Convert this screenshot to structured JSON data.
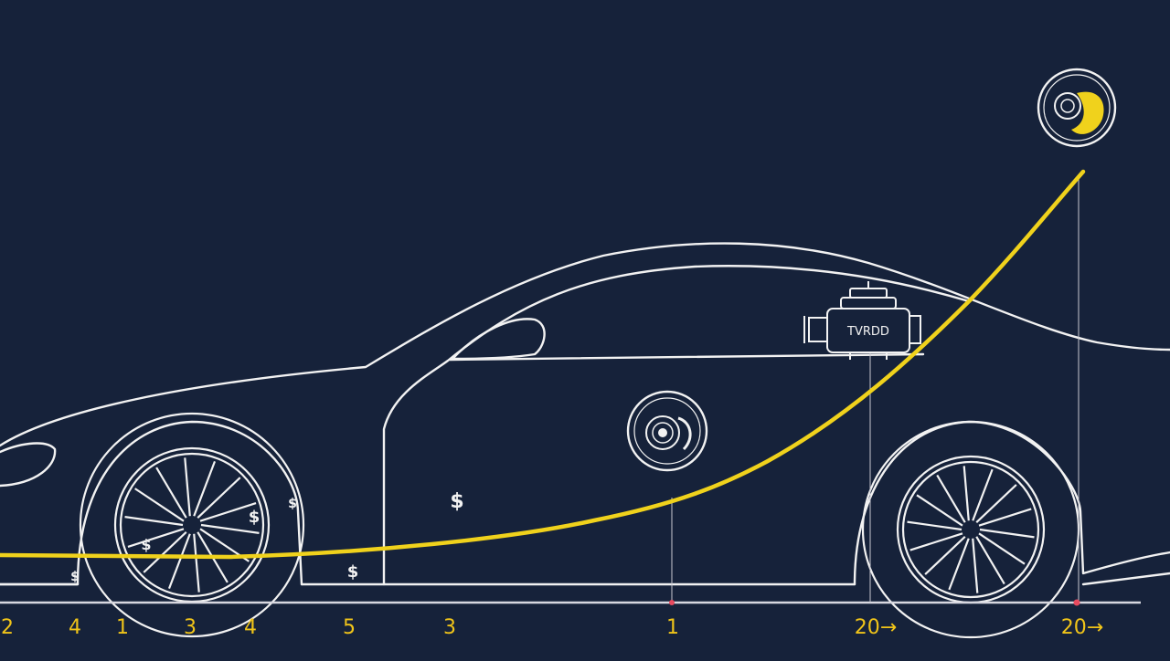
{
  "colors": {
    "background": "#16223a",
    "outline": "#f2f2f2",
    "curve": "#f0d21c",
    "tick_labels": "#f0c419",
    "marker": "#e84a5f"
  },
  "engine_label": "TVRDD",
  "dollar_signs": [
    "$",
    "$",
    "$",
    "$",
    "$",
    "$"
  ],
  "tick_labels": [
    "2",
    "4",
    "1",
    "3",
    "4",
    "5",
    "3",
    "1",
    "20→",
    "20→"
  ],
  "icons": [
    "brake-disc-icon",
    "turbo-icon",
    "engine-icon",
    "dollar-icon"
  ]
}
